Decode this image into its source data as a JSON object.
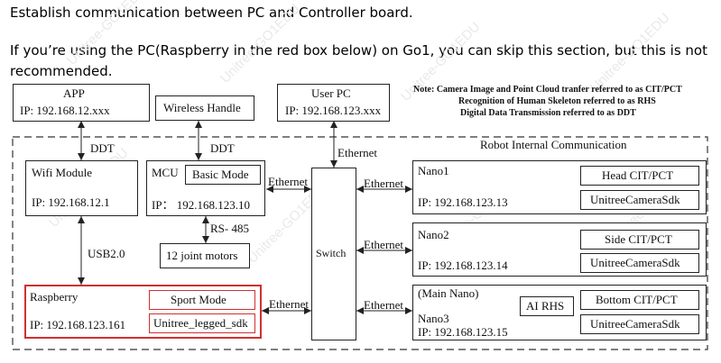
{
  "intro": {
    "heading": "Establish communication between PC and Controller board.",
    "line1": "If you’re using the PC(Raspberry in the red box below) on Go1, you can skip this section, but this is not",
    "line2": "recommended."
  },
  "diagram": {
    "app": {
      "title": "APP",
      "ip": "IP: 192.168.12.xxx"
    },
    "wireless_handle": "Wireless Handle",
    "user_pc": {
      "title": "User PC",
      "ip": "IP: 192.168.123.xxx"
    },
    "note": {
      "line1": "Note: Camera Image and Point Cloud tranfer referred to as CIT/PCT",
      "line2": "Recognition of Human Skeleton referred to as RHS",
      "line3": "Digital Data Transmission referred to as DDT"
    },
    "robot_internal": "Robot Internal Communication",
    "ddt_left": "DDT",
    "ddt_right": "DDT",
    "ethernet_top": "Ethernet",
    "wifi": {
      "title": "Wifi Module",
      "ip": "IP: 192.168.12.1"
    },
    "mcu": {
      "title": "MCU",
      "mode": "Basic Mode",
      "ip": "IP： 192.168.123.10"
    },
    "rs485": "RS- 485",
    "joint_motors": "12 joint motors",
    "usb": "USB2.0",
    "switch": "Switch",
    "eth_mcu": "Ethernet",
    "eth_nano1": "Ethernet",
    "eth_nano2": "Ethernet",
    "eth_rasp": "Ethernet",
    "eth_nano3": "Ethernet",
    "nano1": {
      "title": "Nano1",
      "ip": "IP: 192.168.123.13",
      "cit": "Head CIT/PCT",
      "sdk": "UnitreeCameraSdk"
    },
    "nano2": {
      "title": "Nano2",
      "ip": "IP: 192.168.123.14",
      "cit": "Side CIT/PCT",
      "sdk": "UnitreeCameraSdk"
    },
    "nano3": {
      "main": "(Main Nano)",
      "title": "Nano3",
      "ip": "IP: 192.168.123.15",
      "rhs": "AI RHS",
      "cit": "Bottom CIT/PCT",
      "sdk": "UnitreeCameraSdk"
    },
    "raspberry": {
      "title": "Raspberry",
      "ip": "IP: 192.168.123.161",
      "mode": "Sport Mode",
      "sdk": "Unitree_legged_sdk"
    }
  },
  "watermark": "Unitree-GO1EDU",
  "colors": {
    "highlight_red": "#d03030"
  }
}
